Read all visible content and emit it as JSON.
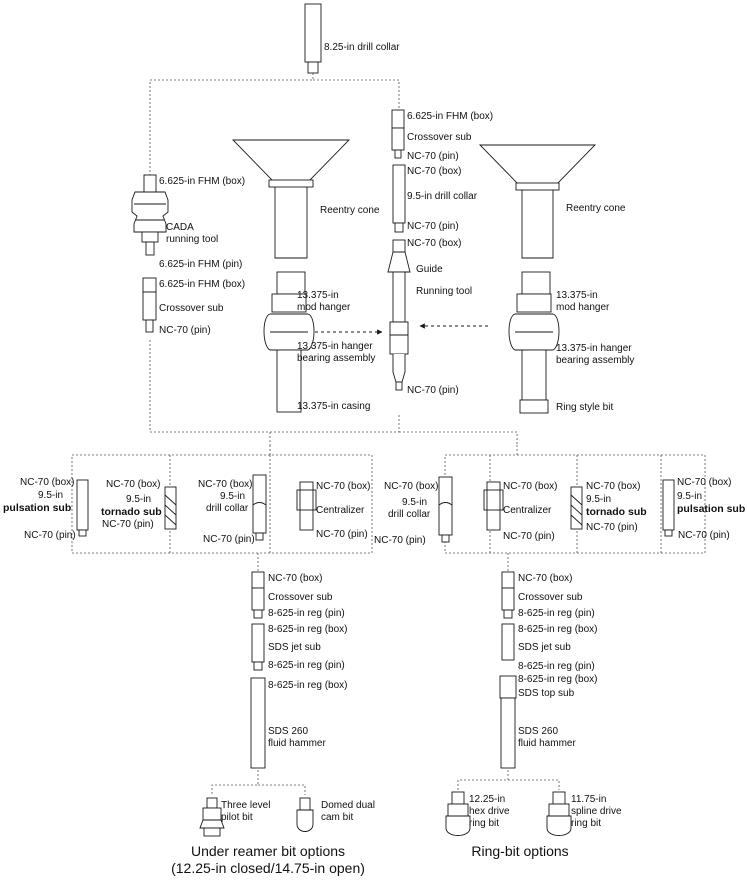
{
  "top": {
    "drill_collar": "8.25-in drill collar"
  },
  "left_branch": {
    "box1": "6.625-in FHM (box)",
    "cada": "CADA",
    "running_tool": "running tool",
    "pin1": "6.625-in FHM (pin)",
    "box2": "6.625-in FHM (box)",
    "crossover": "Crossover sub",
    "pin2": "NC-70 (pin)"
  },
  "center_stack": {
    "fhm_box": "6.625-in FHM (box)",
    "crossover": "Crossover sub",
    "nc_pin1": "NC-70 (pin)",
    "nc_box1": "NC-70 (box)",
    "drill_collar": "9.5-in drill collar",
    "nc_pin2": "NC-70 (pin)",
    "nc_box2": "NC-70 (box)",
    "guide": "Guide",
    "running_tool": "Running tool",
    "nc_pin3": "NC-70 (pin)"
  },
  "left_cone": {
    "cone": "Reentry cone",
    "hanger1": "13.375-in",
    "hanger2": "mod hanger",
    "bearing1": "13.375-in hanger",
    "bearing2": "bearing assembly",
    "casing": "13.375-in casing"
  },
  "right_cone": {
    "cone": "Reentry cone",
    "hanger1": "13.375-in",
    "hanger2": "mod hanger",
    "bearing1": "13.375-in hanger",
    "bearing2": "bearing assembly",
    "bit": "Ring style bit"
  },
  "left_options": {
    "pulsation": {
      "box": "NC-70 (box)",
      "size": "9.5-in",
      "name": "pulsation sub",
      "pin": "NC-70 (pin)"
    },
    "tornado": {
      "box": "NC-70 (box)",
      "size": "9.5-in",
      "name": "tornado sub",
      "pin": "NC-70 (pin)"
    },
    "collar": {
      "box": "NC-70 (box)",
      "size": "9.5-in",
      "name": "drill collar",
      "pin": "NC-70 (pin)"
    },
    "centralizer": {
      "box": "NC-70 (box)",
      "name": "Centralizer",
      "pin": "NC-70 (pin)"
    }
  },
  "right_options": {
    "collar": {
      "box": "NC-70 (box)",
      "size": "9.5-in",
      "name": "drill collar",
      "pin": "NC-70 (pin)"
    },
    "centralizer": {
      "box": "NC-70 (box)",
      "name": "Centralizer",
      "pin": "NC-70 (pin)"
    },
    "tornado": {
      "box": "NC-70 (box)",
      "size": "9.5-in",
      "name": "tornado sub",
      "pin": "NC-70 (pin)"
    },
    "pulsation": {
      "box": "NC-70 (box)",
      "size": "9.5-in",
      "name": "pulsation sub",
      "pin": "NC-70 (pin)"
    }
  },
  "left_lower": {
    "nc_box": "NC-70 (box)",
    "crossover": "Crossover sub",
    "reg_pin1": "8-625-in reg (pin)",
    "reg_box1": "8-625-in reg (box)",
    "jet": "SDS jet sub",
    "reg_pin2": "8-625-in reg (pin)",
    "reg_box2": "8-625-in reg (box)",
    "hammer1": "SDS 260",
    "hammer2": "fluid hammer",
    "bit1a": "Three level",
    "bit1b": "pilot bit",
    "bit2a": "Domed dual",
    "bit2b": "cam bit",
    "title1": "Under reamer bit options",
    "title2": "(12.25-in closed/14.75-in open)"
  },
  "right_lower": {
    "nc_box": "NC-70 (box)",
    "crossover": "Crossover sub",
    "reg_pin1": "8-625-in reg (pin)",
    "reg_box1": "8-625-in reg (box)",
    "jet": "SDS jet sub",
    "reg_pin2": "8-625-in reg (pin)",
    "reg_box2": "8-625-in reg (box)",
    "top_sub": "SDS top sub",
    "hammer1": "SDS 260",
    "hammer2": "fluid hammer",
    "bit1a": "12.25-in",
    "bit1b": "hex drive",
    "bit1c": "ring bit",
    "bit2a": "11.75-in",
    "bit2b": "spline drive",
    "bit2c": "ring bit",
    "title": "Ring-bit options"
  },
  "colors": {
    "line": "#1a1a1a",
    "dash": "#555555",
    "fill": "#ffffff",
    "shade": "#cfcfcf"
  }
}
